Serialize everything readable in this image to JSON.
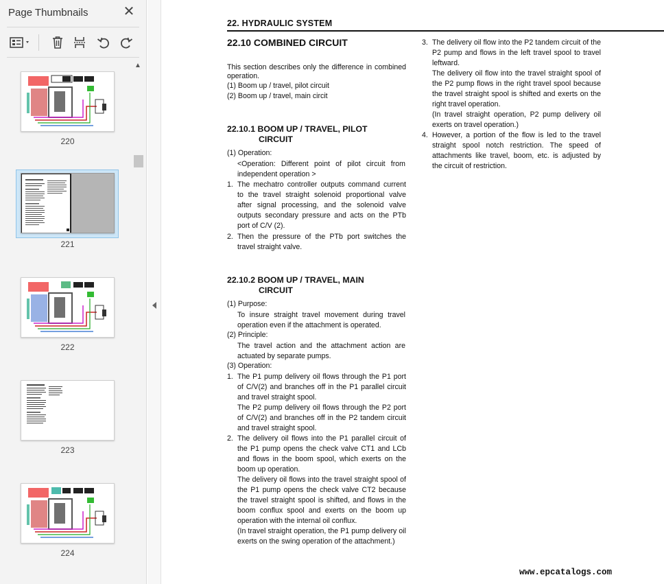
{
  "sidebar": {
    "title": "Page Thumbnails",
    "close_glyph": "✕",
    "toolbar": [
      {
        "name": "options-menu-icon"
      },
      {
        "name": "delete-page-icon"
      },
      {
        "name": "extract-pages-icon"
      },
      {
        "name": "rotate-counterclockwise-icon"
      },
      {
        "name": "rotate-clockwise-icon"
      }
    ],
    "thumbnails": [
      {
        "label": "220",
        "kind": "diagram",
        "selected": false
      },
      {
        "label": "221",
        "kind": "text-half",
        "selected": true
      },
      {
        "label": "222",
        "kind": "diagram",
        "selected": false
      },
      {
        "label": "223",
        "kind": "text",
        "selected": false
      },
      {
        "label": "224",
        "kind": "diagram",
        "selected": false
      }
    ]
  },
  "document": {
    "header": "22.  HYDRAULIC SYSTEM",
    "section_title": "22.10  COMBINED CIRCUIT",
    "intro": "This section describes only the difference in combined operation.",
    "intro_items": [
      "(1) Boom up / travel, pilot circuit",
      "(2) Boom up / travel, main circit"
    ],
    "sub1": {
      "title_line1": "22.10.1 BOOM UP / TRAVEL, PILOT",
      "title_line2": "CIRCUIT",
      "op_label": "(1) Operation:",
      "op_note": "<Operation: Different point of pilot circuit from independent operation >",
      "items": [
        {
          "num": "1.",
          "text": "The mechatro controller outputs command current to the travel straight solenoid proportional valve after signal processing, and the solenoid valve outputs secondary pressure and acts on the PTb port of C/V (2)."
        },
        {
          "num": "2.",
          "text": "Then the pressure of the PTb port switches the travel straight valve."
        }
      ]
    },
    "sub2": {
      "title_line1": "22.10.2 BOOM UP / TRAVEL, MAIN",
      "title_line2": "CIRCUIT",
      "purpose_label": "(1) Purpose:",
      "purpose_text": "To insure straight travel movement during travel operation even if the attachment is operated.",
      "principle_label": "(2) Principle:",
      "principle_text": "The travel action and the attachment action are actuated by separate pumps.",
      "operation_label": "(3) Operation:",
      "item1_num": "1.",
      "item1_a": "The P1 pump delivery oil flows through the P1 port of C/V(2) and branches off in the P1 parallel circuit and travel straight spool.",
      "item1_b": "The P2 pump delivery oil flows through the P2 port of C/V(2) and branches off in the P2 tandem circuit and travel straight spool.",
      "item2_num": "2.",
      "item2_a": "The delivery oil flows into the P1 parallel circuit of the P1 pump opens the check valve CT1 and LCb and flows in the boom spool, which exerts on the boom up operation.",
      "item2_b": "The delivery oil flows into the travel straight spool of the P1 pump opens the check valve CT2 because the travel straight spool is shifted, and flows in the boom conflux spool and exerts on the boom up operation with the internal oil conflux.",
      "item2_c": "(In travel straight operation, the P1 pump delivery oil exerts on the swing operation of the attachment.)"
    },
    "right": {
      "item3_num": "3.",
      "item3_a": "The delivery oil flow into the P2 tandem circuit of the P2 pump and flows in the left travel spool to travel leftward.",
      "item3_b": "The delivery oil flow into the travel straight spool of the P2 pump flows in the right travel spool because the travel straight spool is shifted and exerts on the right travel operation.",
      "item3_c": "(In travel straight operation, P2 pump delivery oil exerts on travel operation.)",
      "item4_num": "4.",
      "item4_a": "However, a portion of the flow is led to the travel straight spool notch restriction. The speed of attachments like travel, boom, etc. is adjusted by the circuit of restriction."
    },
    "footer_url": "www.epcatalogs.com"
  }
}
